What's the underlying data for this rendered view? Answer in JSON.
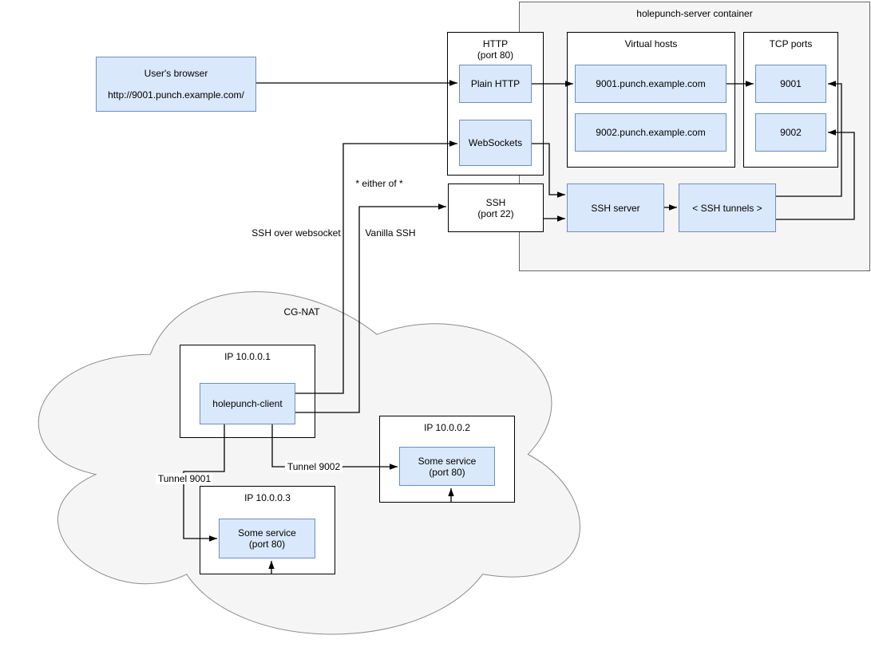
{
  "diagram": {
    "container_title": "holepunch-server container",
    "nodes": {
      "users_browser": {
        "title": "User's browser",
        "url": "http://9001.punch.example.com/"
      },
      "http_group": {
        "title": "HTTP",
        "subtitle": "(port 80)"
      },
      "plain_http": "Plain HTTP",
      "websockets": "WebSockets",
      "virtual_hosts_title": "Virtual hosts",
      "vhost_9001": "9001.punch.example.com",
      "vhost_9002": "9002.punch.example.com",
      "tcp_ports_title": "TCP ports",
      "port_9001": "9001",
      "port_9002": "9002",
      "ssh_group": {
        "title": "SSH",
        "subtitle": "(port 22)"
      },
      "ssh_server": "SSH server",
      "ssh_tunnels": "< SSH tunnels >",
      "cloud_label": "CG-NAT",
      "ip1_title": "IP 10.0.0.1",
      "holepunch_client": "holepunch-client",
      "ip2_title": "IP 10.0.0.2",
      "service2": {
        "title": "Some service",
        "subtitle": "(port 80)"
      },
      "ip3_title": "IP 10.0.0.3",
      "service3": {
        "title": "Some service",
        "subtitle": "(port 80)"
      }
    },
    "edge_labels": {
      "either_of": "* either of *",
      "ssh_over_websocket": "SSH over websocket",
      "vanilla_ssh": "Vanilla SSH",
      "tunnel_9001": "Tunnel 9001",
      "tunnel_9002": "Tunnel 9002"
    },
    "colors": {
      "node_fill": "#dae8fc",
      "node_stroke": "#6c8ebf",
      "box_stroke": "#000000",
      "group_fill": "#f5f5f5",
      "group_stroke": "#666666",
      "cloud_stroke": "#8c8c8c",
      "edge_color": "#000000",
      "text_color": "#000000"
    }
  }
}
